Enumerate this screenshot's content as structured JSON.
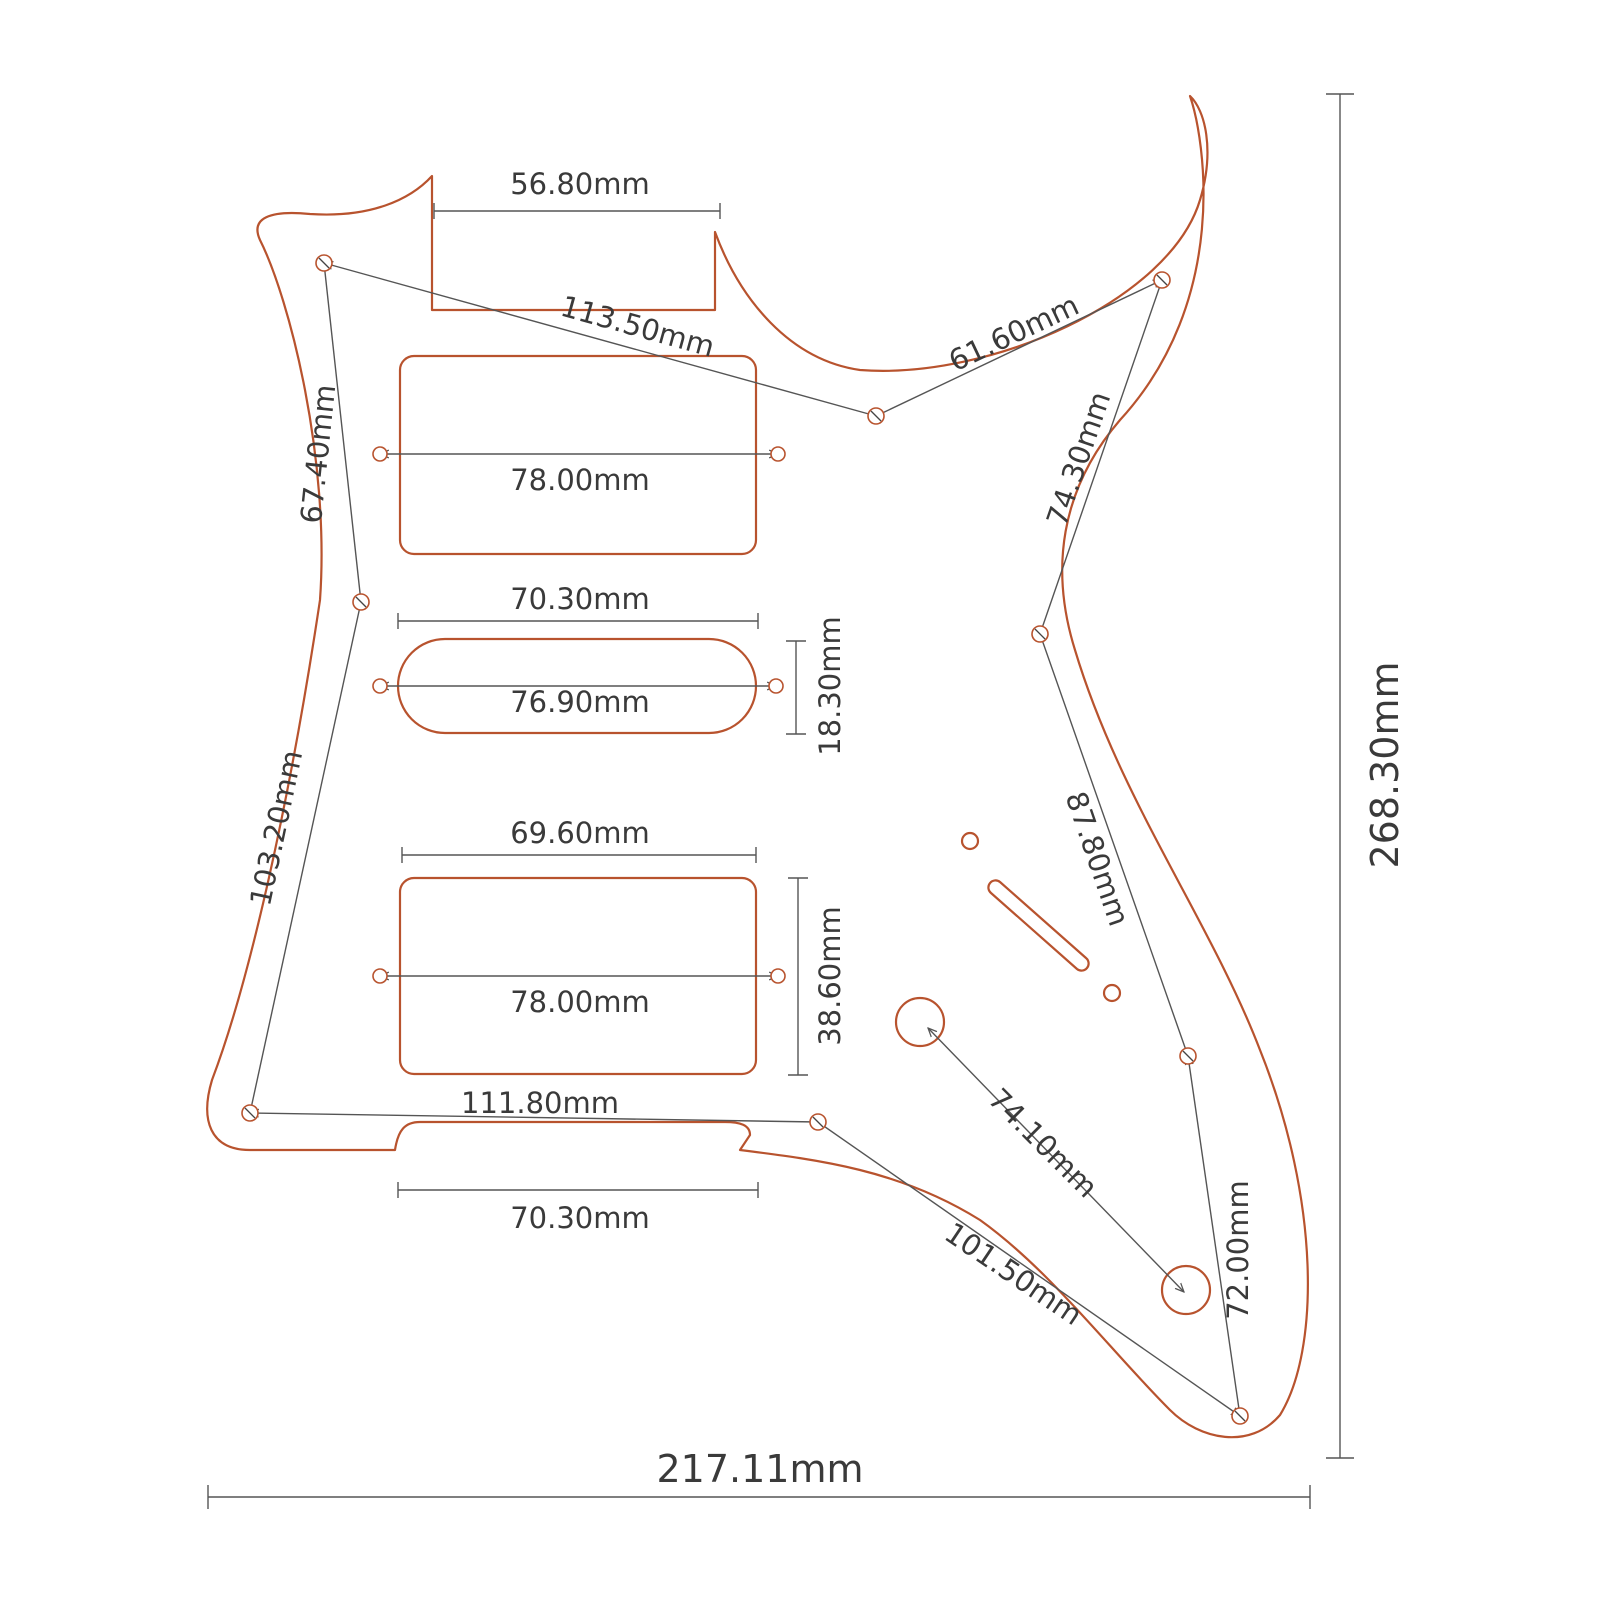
{
  "colors": {
    "outline": "#b8532e",
    "dimension_line": "#555555",
    "text": "#3a3a3a",
    "background": "#ffffff"
  },
  "labels": {
    "neck_pocket_width": "56.80mm",
    "top_screw_span": "113.50mm",
    "horn_screw_span": "61.60mm",
    "left_upper_span": "67.40mm",
    "right_upper_span": "74.30mm",
    "neck_humbucker_screws": "78.00mm",
    "single_coil_width": "70.30mm",
    "single_coil_screws": "76.90mm",
    "single_coil_height": "18.30mm",
    "left_lower_span": "103.20mm",
    "bridge_humbucker_width": "69.60mm",
    "right_mid_span": "87.80mm",
    "bridge_humbucker_screws": "78.00mm",
    "bridge_humbucker_height": "38.60mm",
    "bottom_screw_span": "111.80mm",
    "control_knob_span": "74.10mm",
    "bottom_cutout_width": "70.30mm",
    "lower_diagonal_span": "101.50mm",
    "lower_right_span": "72.00mm",
    "overall_height": "268.30mm",
    "overall_width": "217.11mm"
  }
}
